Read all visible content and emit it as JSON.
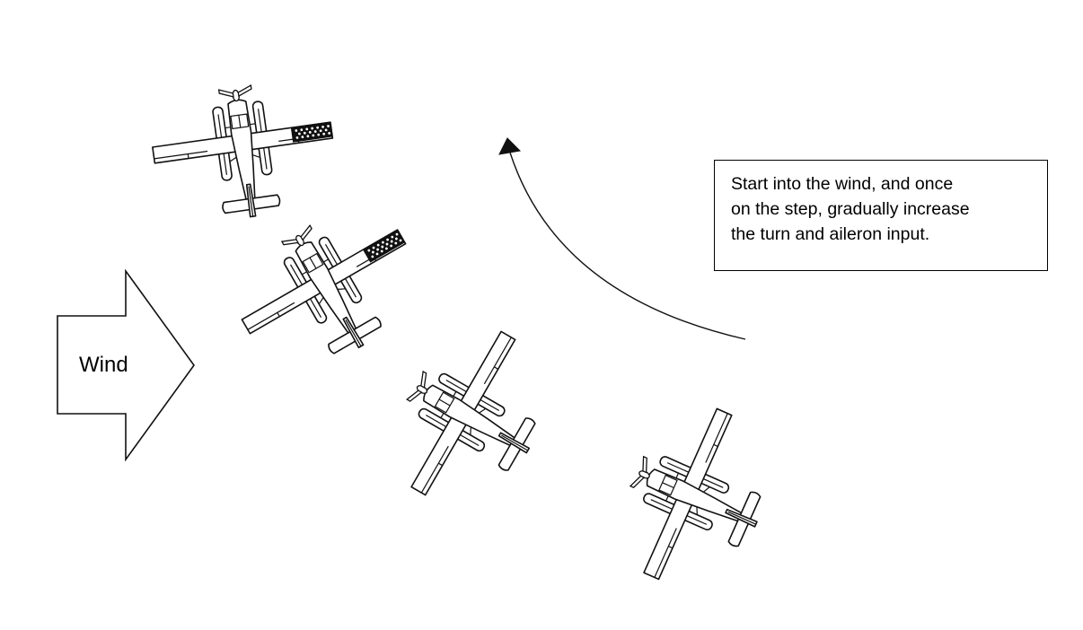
{
  "diagram": {
    "wind_label": "Wind",
    "note_lines": [
      "Start into the wind, and once",
      "on the step, gradually increase",
      "the turn and aileron input."
    ]
  },
  "aircraft": [
    {
      "id": "seaplane-1",
      "heading_deg": -8,
      "flag": true
    },
    {
      "id": "seaplane-2",
      "heading_deg": -30,
      "flag": true
    },
    {
      "id": "seaplane-3",
      "heading_deg": -60,
      "flag": false
    },
    {
      "id": "seaplane-4",
      "heading_deg": -68,
      "flag": false
    }
  ],
  "colors": {
    "line": "#111111",
    "background": "#ffffff"
  }
}
